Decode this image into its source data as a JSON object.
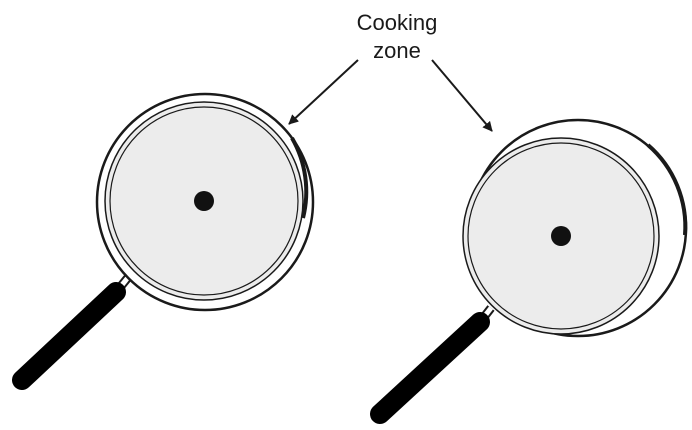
{
  "figure": {
    "callout_line_1": "Cooking",
    "callout_line_2": "zone"
  },
  "pans": [
    {
      "name": "pan-centered-on-zone",
      "alignment": "centered"
    },
    {
      "name": "pan-offset-from-zone",
      "alignment": "offset"
    }
  ],
  "colors": {
    "background": "#ffffff",
    "outline": "#1a1a1a",
    "zone_fill": "#ececec",
    "pan_fill": "#ffffff",
    "handle": "#000000",
    "center_dot": "#111111"
  }
}
